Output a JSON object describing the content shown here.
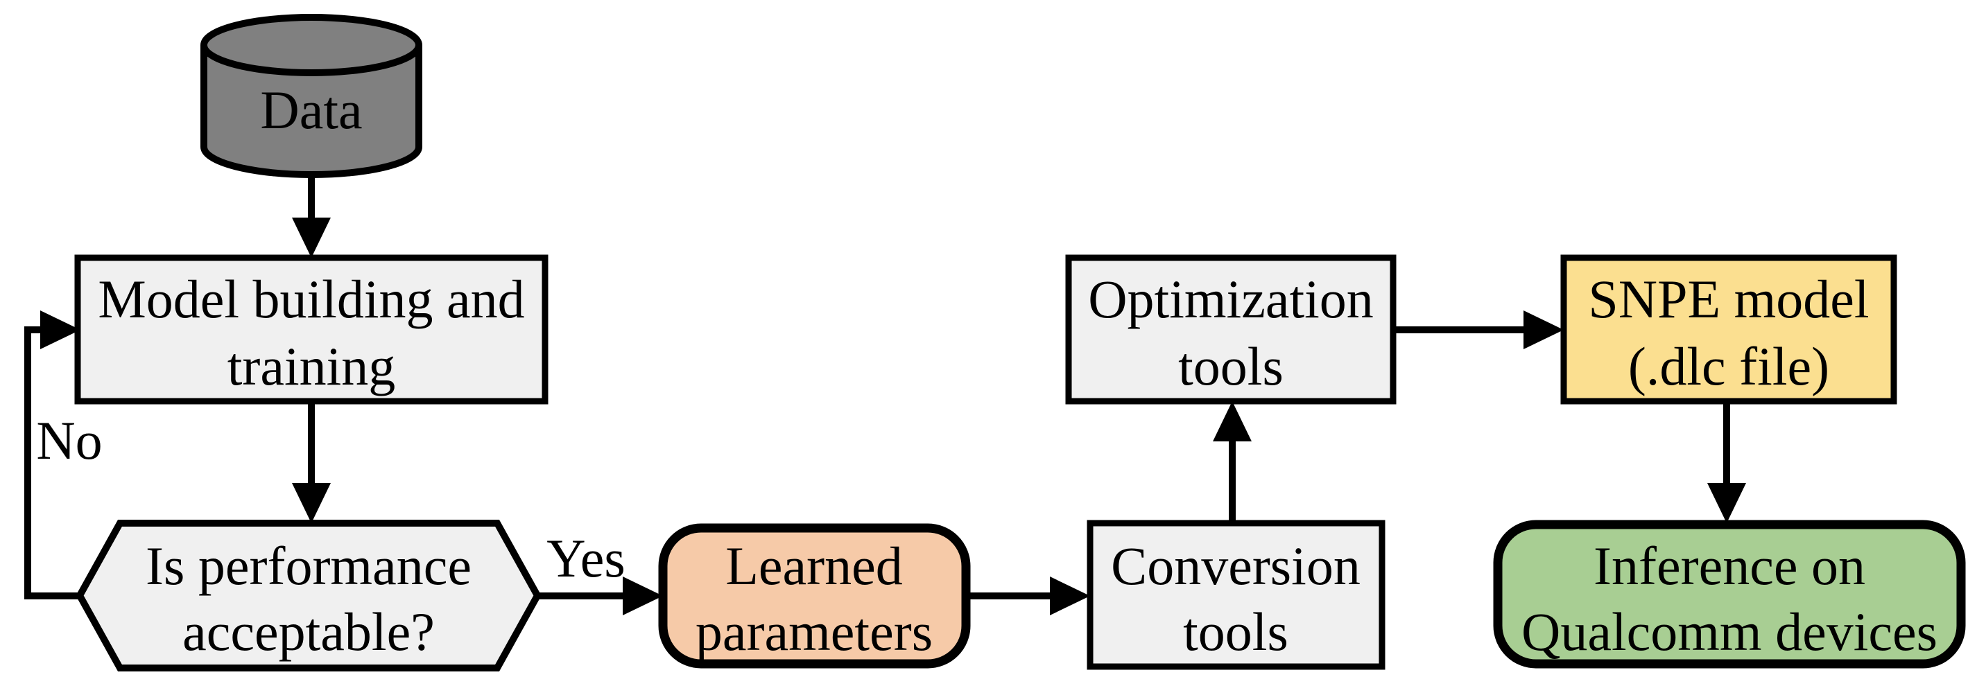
{
  "diagram": {
    "title": "SNPE model deployment workflow flowchart",
    "background": "#ffffff",
    "stroke_color": "#000000",
    "nodes": {
      "data_store": {
        "label": "Data",
        "fill": "#808080",
        "shape": "cylinder"
      },
      "model_building": {
        "line1": "Model building and",
        "line2": "training",
        "fill": "#f0f0f0",
        "shape": "rectangle"
      },
      "performance_check": {
        "line1": "Is performance",
        "line2": "acceptable?",
        "fill": "#f0f0f0",
        "shape": "hexagon"
      },
      "learned_parameters": {
        "line1": "Learned",
        "line2": "parameters",
        "fill": "#f6caa8",
        "shape": "rounded-rectangle"
      },
      "conversion_tools": {
        "line1": "Conversion",
        "line2": "tools",
        "fill": "#f0f0f0",
        "shape": "rectangle"
      },
      "optimization_tools": {
        "line1": "Optimization",
        "line2": "tools",
        "fill": "#f0f0f0",
        "shape": "rectangle"
      },
      "snpe_model": {
        "line1": "SNPE model",
        "line2": "(.dlc file)",
        "fill": "#fbdf90",
        "shape": "rectangle"
      },
      "inference": {
        "line1": "Inference on",
        "line2": "Qualcomm devices",
        "fill": "#a8ce93",
        "shape": "rounded-rectangle"
      }
    },
    "edge_labels": {
      "no": "No",
      "yes": "Yes"
    }
  }
}
